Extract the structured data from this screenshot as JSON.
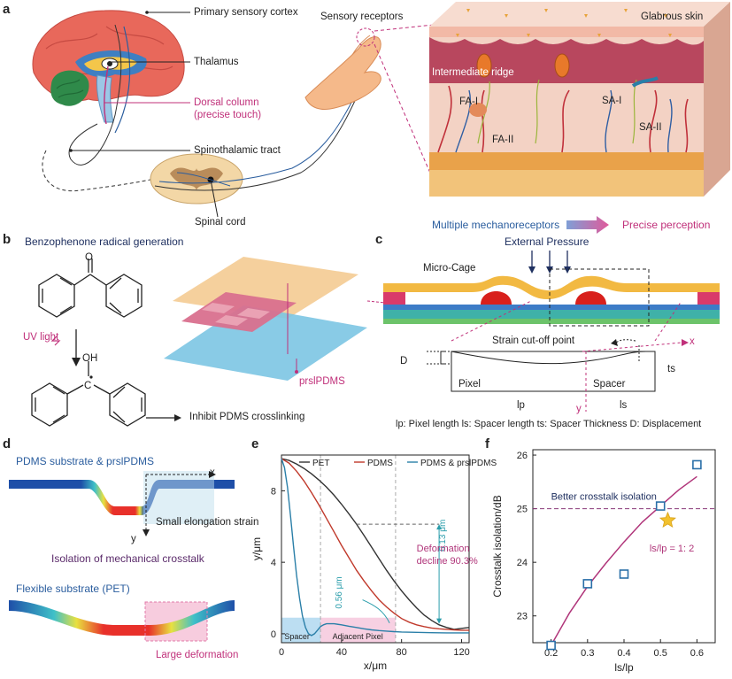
{
  "panels": {
    "a": "a",
    "b": "b",
    "c": "c",
    "d": "d",
    "e": "e",
    "f": "f"
  },
  "panel_a": {
    "primary_sensory_cortex": "Primary sensory cortex",
    "thalamus": "Thalamus",
    "dorsal_column_1": "Dorsal column",
    "dorsal_column_2": "(precise touch)",
    "spinothalamic_tract": "Spinothalamic tract",
    "spinal_cord": "Spinal cord",
    "sensory_receptors": "Sensory receptors",
    "glabrous_skin": "Glabrous skin",
    "intermediate_ridge": "Intermediate ridge",
    "fa1": "FA-I",
    "fa2": "FA-II",
    "sa1": "SA-I",
    "sa2": "SA-II",
    "multiple_mechanoreceptors": "Multiple mechanoreceptors",
    "precise_perception": "Precise perception",
    "colors": {
      "brain": "#e8685b",
      "cerebellum": "#2f8a4a",
      "skin_top": "#b8475e",
      "tissue": "#f3d2c4",
      "fat": "#e9a24a",
      "accent": "#c0307a",
      "blue": "#2a5d9e"
    }
  },
  "panel_b": {
    "title": "Benzophenone radical generation",
    "uv_light": "UV light",
    "oh": "OH",
    "o": "O",
    "c": "C",
    "inhibit": "Inhibit PDMS crosslinking",
    "prslpdms": "prslPDMS"
  },
  "panel_c": {
    "external_pressure": "External Pressure",
    "micro_cage": "Micro-Cage",
    "strain_cutoff": "Strain cut-off point",
    "x": "x",
    "y": "y",
    "d": "D",
    "ts": "ts",
    "pixel": "Pixel",
    "spacer": "Spacer",
    "lp": "lp",
    "ls": "ls",
    "legend": "lp: Pixel length   ls: Spacer length   ts: Spacer Thickness   D: Displacement"
  },
  "panel_d": {
    "title_top": "PDMS substrate & prslPDMS",
    "x": "x",
    "y": "y",
    "small_strain": "Small elongation strain",
    "isolation": "Isolation of mechanical crosstalk",
    "title_bottom": "Flexible substrate (PET)",
    "large_deformation": "Large deformation"
  },
  "chart_data": [
    {
      "type": "line",
      "panel": "e",
      "xlabel": "x/μm",
      "ylabel": "y/μm",
      "xlim": [
        0,
        125
      ],
      "ylim": [
        -0.5,
        10
      ],
      "xticks": [
        0,
        40,
        80,
        120
      ],
      "yticks": [
        0,
        4,
        8
      ],
      "legend_position": "top",
      "series": [
        {
          "name": "PET",
          "color": "#333333",
          "x": [
            0,
            5,
            10,
            15,
            20,
            25,
            30,
            35,
            40,
            45,
            50,
            55,
            60,
            65,
            70,
            75,
            80,
            85,
            90,
            95,
            100,
            105,
            110,
            115,
            120,
            125
          ],
          "y": [
            9.8,
            9.7,
            9.5,
            9.25,
            8.95,
            8.6,
            8.2,
            7.75,
            7.25,
            6.7,
            6.13,
            5.5,
            4.85,
            4.2,
            3.55,
            2.95,
            2.4,
            1.9,
            1.45,
            1.05,
            0.75,
            0.5,
            0.35,
            0.25,
            0.3,
            0.35
          ]
        },
        {
          "name": "PDMS",
          "color": "#c0392b",
          "x": [
            0,
            5,
            10,
            15,
            20,
            25,
            30,
            35,
            40,
            45,
            50,
            55,
            60,
            65,
            70,
            75,
            80,
            85,
            90,
            95,
            100,
            105,
            110,
            115,
            120,
            125
          ],
          "y": [
            9.8,
            9.55,
            9.1,
            8.55,
            7.9,
            7.2,
            6.45,
            5.7,
            4.95,
            4.25,
            3.55,
            2.95,
            2.4,
            1.9,
            1.5,
            1.15,
            0.85,
            0.65,
            0.5,
            0.4,
            0.32,
            0.28,
            0.25,
            0.22,
            0.2,
            0.2
          ]
        },
        {
          "name": "PDMS & prslPDMS",
          "color": "#2a7fa8",
          "x": [
            0,
            2,
            4,
            6,
            8,
            10,
            12,
            14,
            16,
            18,
            20,
            22,
            24,
            26,
            28,
            30,
            35,
            40,
            45,
            50,
            55,
            60,
            65,
            70,
            75,
            80,
            90,
            100,
            110,
            120,
            125
          ],
          "y": [
            9.8,
            9.3,
            8.2,
            6.6,
            4.9,
            3.3,
            2.0,
            1.0,
            0.35,
            0.0,
            -0.1,
            0.0,
            0.2,
            0.4,
            0.5,
            0.56,
            0.56,
            0.5,
            0.42,
            0.35,
            0.28,
            0.22,
            0.18,
            0.15,
            0.12,
            0.1,
            0.08,
            0.06,
            0.05,
            0.05,
            0.05
          ]
        }
      ],
      "annotations": {
        "gap_label": "6.13 μm",
        "small_label": "0.56 μm",
        "decline_1": "Deformation",
        "decline_2": "decline 90.3%",
        "spacer": "Spacer",
        "adjacent": "Adjacent Pixel"
      }
    },
    {
      "type": "scatter",
      "panel": "f",
      "xlabel": "ls/lp",
      "ylabel": "Crosstalk isolation/dB",
      "xlim": [
        0.15,
        0.65
      ],
      "ylim": [
        22.5,
        26.1
      ],
      "xticks": [
        0.2,
        0.3,
        0.4,
        0.5,
        0.6
      ],
      "yticks": [
        23,
        24,
        25,
        26
      ],
      "points": [
        {
          "x": 0.2,
          "y": 22.45
        },
        {
          "x": 0.3,
          "y": 23.6
        },
        {
          "x": 0.4,
          "y": 23.78
        },
        {
          "x": 0.5,
          "y": 25.05
        },
        {
          "x": 0.6,
          "y": 25.82
        }
      ],
      "fit": {
        "x": [
          0.2,
          0.25,
          0.3,
          0.35,
          0.4,
          0.45,
          0.5,
          0.55,
          0.6
        ],
        "y": [
          22.45,
          23.05,
          23.55,
          23.98,
          24.38,
          24.75,
          25.05,
          25.35,
          25.6
        ]
      },
      "reference_line": 25.0,
      "reference_label": "Better crosstalk isolation",
      "star": {
        "x": 0.52,
        "y": 24.78
      },
      "star_label": "ls/lp = 1: 2",
      "colors": {
        "points": "#2a6fa8",
        "fit": "#b0357a",
        "star": "#f2c12e"
      }
    }
  ]
}
